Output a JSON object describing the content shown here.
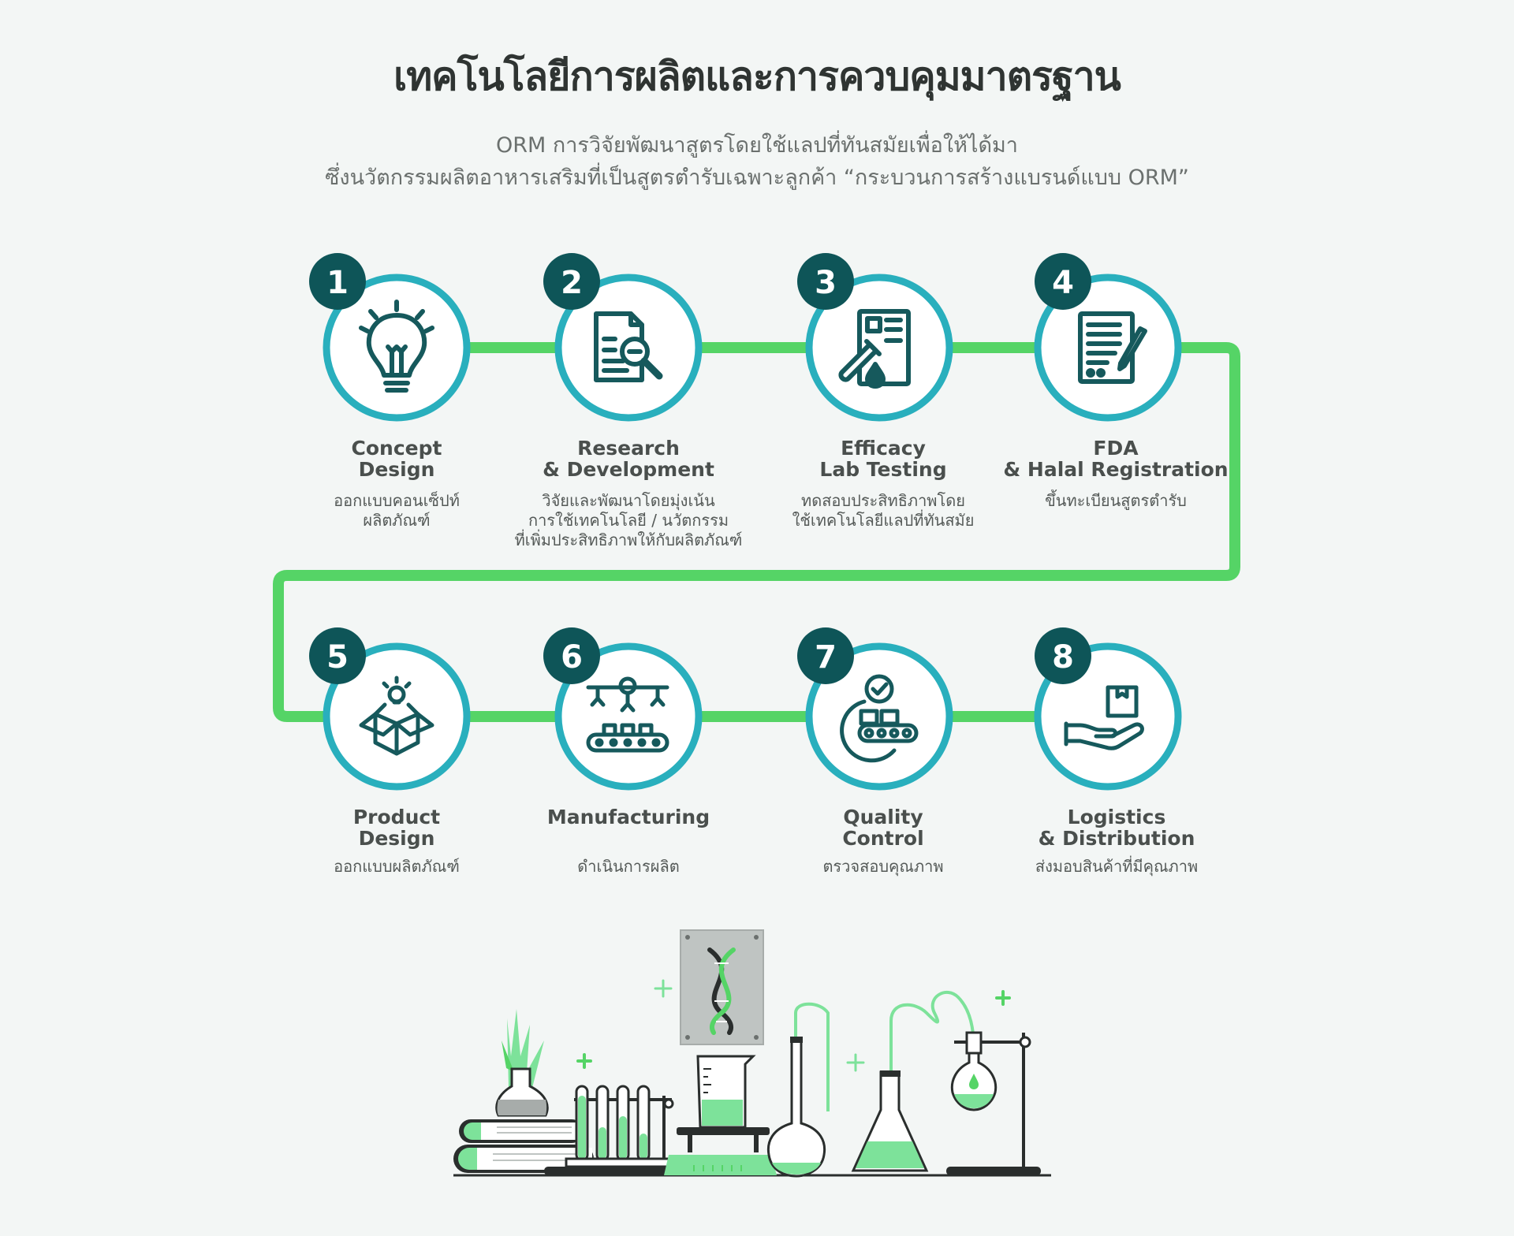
{
  "header": {
    "title": "เทคโนโลยีการผลิตและการควบคุมมาตรฐาน",
    "subtitle_line1": "ORM การวิจัยพัฒนาสูตรโดยใช้แลปที่ทันสมัยเพื่อให้ได้มา",
    "subtitle_line2": "ซึ่งนวัตกรรมผลิตอาหารเสริมที่เป็นสูตรตำรับเฉพาะลูกค้า “กระบวนการสร้างแบรนด์แบบ ORM”"
  },
  "colors": {
    "ring": "#29afbd",
    "connector": "#55d466",
    "badge": "#0e5558",
    "icon": "#16595c",
    "accent_green": "#7de29a"
  },
  "steps": [
    {
      "number": "1",
      "icon": "lightbulb-icon",
      "name_line1": "Concept",
      "name_line2": "Design",
      "desc_line1": "ออกแบบคอนเซ็ปท์",
      "desc_line2": "ผลิตภัณฑ์",
      "desc_line3": ""
    },
    {
      "number": "2",
      "icon": "document-search-icon",
      "name_line1": "Research",
      "name_line2": "& Development",
      "desc_line1": "วิจัยและพัฒนาโดยมุ่งเน้น",
      "desc_line2": "การใช้เทคโนโลยี / นวัตกรรม",
      "desc_line3": "ที่เพิ่มประสิทธิภาพให้กับผลิตภัณฑ์"
    },
    {
      "number": "3",
      "icon": "lab-test-tube-icon",
      "name_line1": "Efficacy",
      "name_line2": "Lab Testing",
      "desc_line1": "ทดสอบประสิทธิภาพโดย",
      "desc_line2": "ใช้เทคโนโลยีแลปที่ทันสมัย",
      "desc_line3": ""
    },
    {
      "number": "4",
      "icon": "registration-document-icon",
      "name_line1": "FDA",
      "name_line2": "& Halal Registration",
      "desc_line1": "ขึ้นทะเบียนสูตรตำรับ",
      "desc_line2": "",
      "desc_line3": ""
    },
    {
      "number": "5",
      "icon": "product-box-icon",
      "name_line1": "Product",
      "name_line2": "Design",
      "desc_line1": "ออกแบบผลิตภัณฑ์",
      "desc_line2": "",
      "desc_line3": ""
    },
    {
      "number": "6",
      "icon": "conveyor-factory-icon",
      "name_line1": "Manufacturing",
      "name_line2": "",
      "desc_line1": "ดำเนินการผลิต",
      "desc_line2": "",
      "desc_line3": ""
    },
    {
      "number": "7",
      "icon": "quality-gear-icon",
      "name_line1": "Quality",
      "name_line2": "Control",
      "desc_line1": "ตรวจสอบคุณภาพ",
      "desc_line2": "",
      "desc_line3": ""
    },
    {
      "number": "8",
      "icon": "hand-package-icon",
      "name_line1": "Logistics",
      "name_line2": "& Distribution",
      "desc_line1": "ส่งมอบสินค้าที่มีคุณภาพ",
      "desc_line2": "",
      "desc_line3": ""
    }
  ],
  "illustration": {
    "icon": "laboratory-illustration-icon"
  }
}
